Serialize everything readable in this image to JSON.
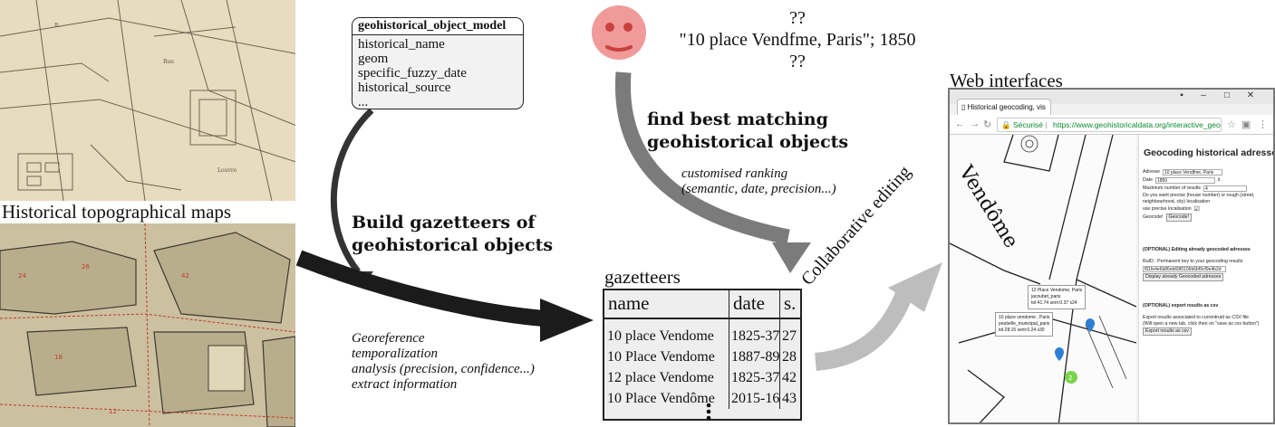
{
  "maps": {
    "title": "Historical topographical maps"
  },
  "model": {
    "title": "geohistorical_object_model",
    "fields": [
      "historical_name",
      "geom",
      "specific_fuzzy_date",
      "historical_source",
      "..."
    ]
  },
  "build": {
    "title_line1": "Build gazetteers of",
    "title_line2": "geohistorical objects",
    "notes": [
      "Georeference",
      "temporalization",
      "analysis (precision, confidence...)",
      "extract information"
    ]
  },
  "query": {
    "top": "??",
    "text": "\"10 place Vendfme, Paris\"; 1850",
    "bottom": "??"
  },
  "match": {
    "title_line1": "find best matching",
    "title_line2": "geohistorical objects",
    "note_line1": "customised ranking",
    "note_line2": "(semantic, date, precision...)"
  },
  "gazetteer": {
    "title": "gazetteers",
    "headers": [
      "name",
      "date",
      "s."
    ],
    "rows": [
      {
        "name": "10 place Vendome",
        "date": "1825-37",
        "s": "27"
      },
      {
        "name": "10 Place Vendome",
        "date": "1887-89",
        "s": "28"
      },
      {
        "name": "12 place Vendome",
        "date": "1825-37",
        "s": "42"
      },
      {
        "name": "10 Place Vendôme",
        "date": "2015-16",
        "s": "43"
      }
    ]
  },
  "collab": {
    "label": "Collaborative editing"
  },
  "web": {
    "title": "Web interfaces",
    "tab_label": "Historical geocoding, vis",
    "secure_label": "Sécurisé",
    "url": "https://www.geohistoricaldata.org/interactive_geoc",
    "map_street": "Vendôme",
    "popup1": [
      "12 Place Vendome, Paris",
      "jacoubet_paris",
      "tol:41.74 sem:0.37 s24"
    ],
    "popup2": [
      "10 place vendome , Paris",
      "poubelle_municipal_paris",
      "tol:28.15 sem:0.24 s30"
    ],
    "marker_badge": "2",
    "form": {
      "title": "Geocoding historical adresses",
      "address_label": "Adresse",
      "address_value": "10 place Vendfme, Paris",
      "date_label": "Date",
      "date_value": "1850",
      "max_label": "Maximum number of results",
      "max_value": "4",
      "precise_text_1": "Do you want precise (house number) or rough (street,",
      "precise_text_2": "neighbourhood, city) localisation",
      "precise_check_label": "use precise localisation",
      "geocode_label": "Geocode!",
      "geocode_button": "Geocode!",
      "section_edit": "(OPTIONAL) Editing already geocoded adresses",
      "ruid_label": "RuID : Permanent key to your geocoding results",
      "ruid_value": "f91fe4e6b86eb69f0106b6bf9cf9e4b2d",
      "display_button": "Display already Geocoded adresses",
      "section_export": "(OPTIONAL) export results as csv",
      "export_text_1": "Export results associated to currentruid as CSV file",
      "export_text_2": "(Will open a new tab, click then on \"save as csv button\")",
      "export_button": "Export results as csv"
    }
  }
}
